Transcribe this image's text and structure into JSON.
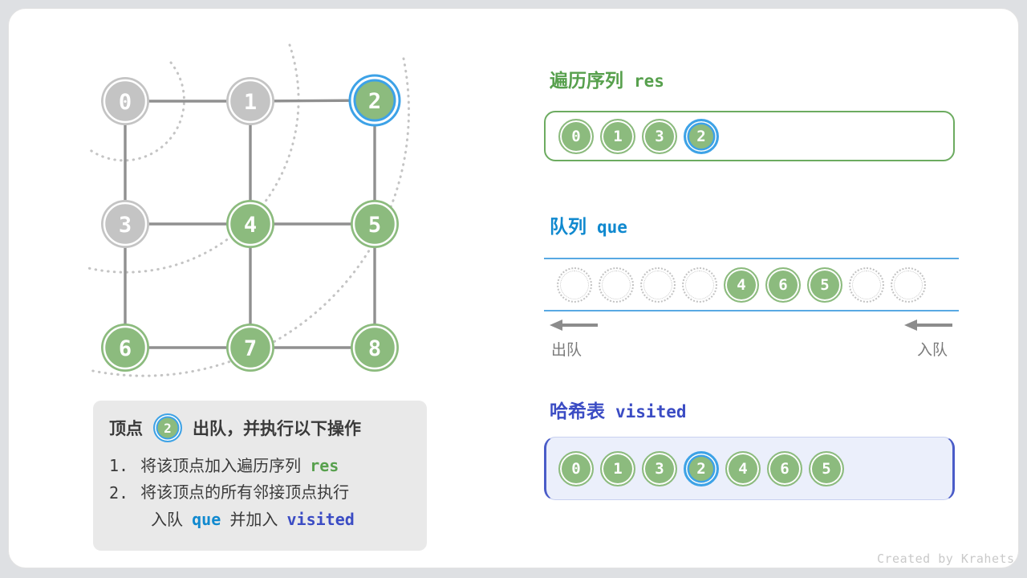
{
  "theme": {
    "page-bg": "#dee0e3",
    "card-bg": "#ffffff",
    "green-node": "#8cbb7e",
    "gray-node": "#c4c4c4",
    "blue": "#3da2e7",
    "green-dark": "#57a04d",
    "blue-heading": "#1089cf",
    "indigo": "#3b4cc4",
    "edge": "#909090",
    "arc": "#c4c4c4",
    "panel-bg": "#e9e9e9",
    "text": "#3a3a3a",
    "label-gray": "#7a7a7a",
    "queue-line": "#58a9e3",
    "visited-bg": "#ebeffb",
    "visited-border": "#4a5cc8",
    "res-border": "#6cab60",
    "credit": "#c9c9c9"
  },
  "graph": {
    "nodes": [
      {
        "label": "0",
        "state": "visited-processed"
      },
      {
        "label": "1",
        "state": "visited-processed"
      },
      {
        "label": "2",
        "state": "current"
      },
      {
        "label": "3",
        "state": "visited-processed"
      },
      {
        "label": "4",
        "state": "in-structure"
      },
      {
        "label": "5",
        "state": "in-structure"
      },
      {
        "label": "6",
        "state": "in-structure"
      },
      {
        "label": "7",
        "state": "in-structure"
      },
      {
        "label": "8",
        "state": "in-structure"
      }
    ]
  },
  "info_box": {
    "title_prefix": "顶点",
    "title_vertex": "2",
    "title_suffix": "出队，并执行以下操作",
    "step1_num": "1.",
    "step1_text": "将该顶点加入遍历序列",
    "step1_code": "res",
    "step2_num": "2.",
    "step2_text": "将该顶点的所有邻接顶点执行",
    "step2_line2_a": "入队",
    "step2_code1": "que",
    "step2_line2_b": "并加入",
    "step2_code2": "visited"
  },
  "res_section": {
    "title_cn": "遍历序列",
    "title_code": "res",
    "items": [
      "0",
      "1",
      "3",
      "2"
    ],
    "current_item": "2"
  },
  "queue_section": {
    "title_cn": "队列",
    "title_code": "que",
    "slots": [
      "",
      "",
      "",
      "",
      "4",
      "6",
      "5",
      "",
      ""
    ],
    "dequeue_label": "出队",
    "enqueue_label": "入队"
  },
  "visited_section": {
    "title_cn": "哈希表",
    "title_code": "visited",
    "items": [
      "0",
      "1",
      "3",
      "2",
      "4",
      "6",
      "5"
    ],
    "current_item": "2"
  },
  "credit": "Created by Krahets"
}
